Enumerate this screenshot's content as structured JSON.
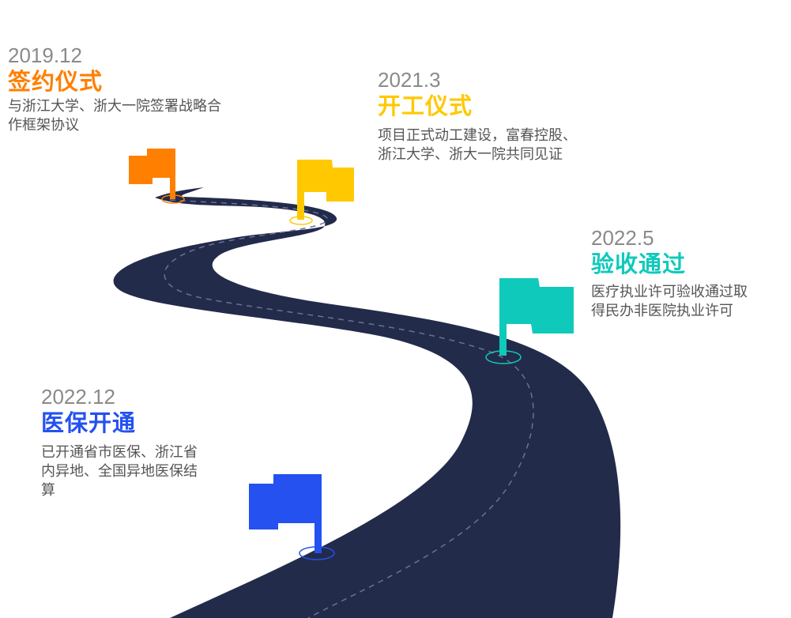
{
  "milestones": [
    {
      "date": "2019.12",
      "title": "签约仪式",
      "desc": [
        "与浙江大学、浙大一院签署战略合",
        "作框架协议"
      ],
      "color": "#ff7f00"
    },
    {
      "date": "2021.3",
      "title": "开工仪式",
      "desc": [
        "项目正式动工建设，富春控股、",
        "浙江大学、浙大一院共同见证"
      ],
      "color": "#ffc800"
    },
    {
      "date": "2022.5",
      "title": "验收通过",
      "desc": [
        "医疗执业许可验收通过取",
        "得民办非医院执业许可"
      ],
      "color": "#0fcabb"
    },
    {
      "date": "2022.12",
      "title": "医保开通",
      "desc": [
        "已开通省市医保、浙江省",
        "内异地、全国异地医保结",
        "算"
      ],
      "color": "#2451f0"
    }
  ],
  "road_color": "#232b4b"
}
